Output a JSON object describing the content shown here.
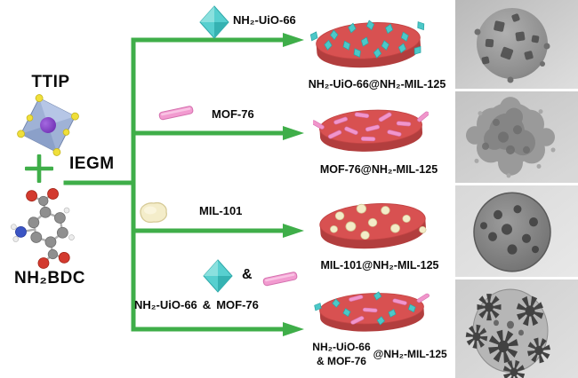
{
  "reactants": {
    "ttip_label": "TTIP",
    "plus_sign": "+",
    "nh2bdc_label": "NH₂BDC"
  },
  "method_label": "IEGM",
  "branches": [
    {
      "additive_label": "NH₂-UiO-66",
      "product_label": "NH₂-UiO-66@NH₂-MIL-125"
    },
    {
      "additive_label": "MOF-76",
      "product_label": "MOF-76@NH₂-MIL-125"
    },
    {
      "additive_label": "MIL-101",
      "product_label": "MIL-101@NH₂-MIL-125"
    },
    {
      "icon_ampersand": "&",
      "text_part1": "NH₂-UiO-66",
      "text_ampersand": "&",
      "text_part2": "MOF-76",
      "product_line_1": "NH₂-UiO-66",
      "product_line_2": "&  MOF-76",
      "product_suffix": "@NH₂-MIL-125"
    }
  ],
  "colors": {
    "arrow_green": "#3fae49",
    "disk_red": "#d85151",
    "octahedron_cyan": "#4cc8c8",
    "rod_pink": "#f195cb",
    "blob_cream": "#f3ecc8"
  }
}
